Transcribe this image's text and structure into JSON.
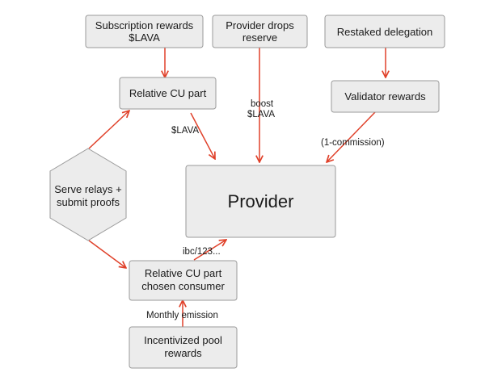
{
  "nodes": {
    "subscription_rewards": {
      "line1": "Subscription rewards",
      "line2": "$LAVA"
    },
    "provider_drops": {
      "line1": "Provider drops",
      "line2": "reserve"
    },
    "restaked_delegation": {
      "line1": "Restaked delegation"
    },
    "relative_cu_part": {
      "line1": "Relative CU part"
    },
    "validator_rewards": {
      "line1": "Validator rewards"
    },
    "serve_relays": {
      "line1": "Serve relays +",
      "line2": "submit proofs"
    },
    "provider": {
      "line1": "Provider"
    },
    "relative_cu_consumer": {
      "line1": "Relative CU part",
      "line2": "chosen consumer"
    },
    "incentivized_pool": {
      "line1": "Incentivized pool",
      "line2": "rewards"
    }
  },
  "edges": {
    "cu_to_provider": "$LAVA",
    "drops_to_provider_1": "boost",
    "drops_to_provider_2": "$LAVA",
    "validator_to_provider": "(1-commission)",
    "consumer_to_provider": "ibc/123...",
    "pool_to_consumer": "Monthly emission"
  },
  "colors": {
    "arrow": "#e0412a",
    "box_fill": "#ececec",
    "box_stroke": "#9a9a9a"
  }
}
